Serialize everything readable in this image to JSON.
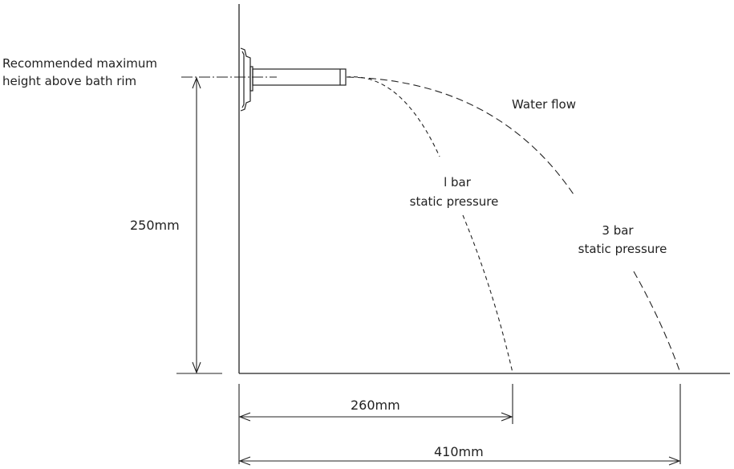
{
  "labels": {
    "height_note_line1": "Recommended maximum",
    "height_note_line2": "height above bath rim",
    "height_dim": "250mm",
    "water_flow": "Water flow",
    "low_pressure_line1": "l bar",
    "low_pressure_line2": "static pressure",
    "high_pressure_line1": "3 bar",
    "high_pressure_line2": "static pressure",
    "short_reach_dim": "260mm",
    "long_reach_dim": "410mm"
  },
  "colors": {
    "line": "#222222",
    "background": "#ffffff"
  }
}
